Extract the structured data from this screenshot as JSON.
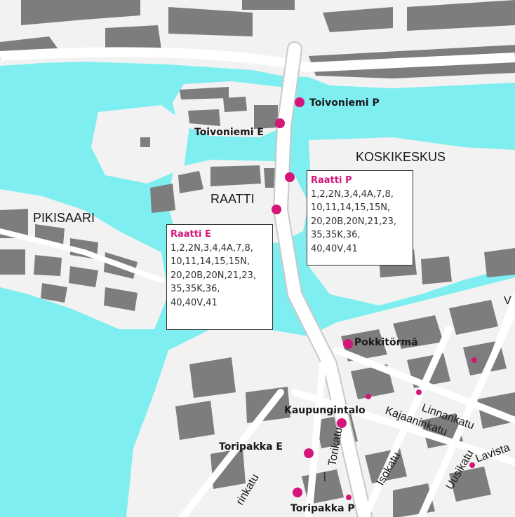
{
  "map": {
    "colors": {
      "water": "#7feef0",
      "land": "#f2f2f2",
      "building": "#7d7d7d",
      "road": "#ffffff",
      "road_edge": "#c8c8c8",
      "stop": "#d4157a"
    },
    "area_labels": {
      "raatti": "RAATTI",
      "pikisaari": "PIKISAARI",
      "koskikeskus": "KOSKIKESKUS"
    },
    "stops": [
      {
        "name": "Toivoniemi P"
      },
      {
        "name": "Toivoniemi E"
      },
      {
        "name": "Raatti P"
      },
      {
        "name": "Raatti E"
      },
      {
        "name": "Pokkitörmä"
      },
      {
        "name": "Kaupungintalo"
      },
      {
        "name": "Toripakka E"
      },
      {
        "name": "Toripakka P"
      }
    ],
    "streets": {
      "torikatu": "Torikatu",
      "kajaaninkatu": "Kajaaninkatu",
      "linnankatu": "Linnankatu",
      "isokatu": "Isokatu",
      "uusikatu": "Uusikatu",
      "lavista": "Lavista",
      "rinkatu": "rinkatu"
    },
    "info_boxes": {
      "raatti_p": {
        "title": "Raatti P",
        "lines": [
          "1,2,2N,3,4,4A,7,8,",
          "10,11,14,15,15N,",
          "20,20B,20N,21,23,",
          "35,35K,36,",
          "40,40V,41"
        ]
      },
      "raatti_e": {
        "title": "Raatti E",
        "lines": [
          "1,2,2N,3,4,4A,7,8,",
          "10,11,14,15,15N,",
          "20,20B,20N,21,23,",
          "35,35K,36,",
          "40,40V,41"
        ]
      }
    }
  }
}
